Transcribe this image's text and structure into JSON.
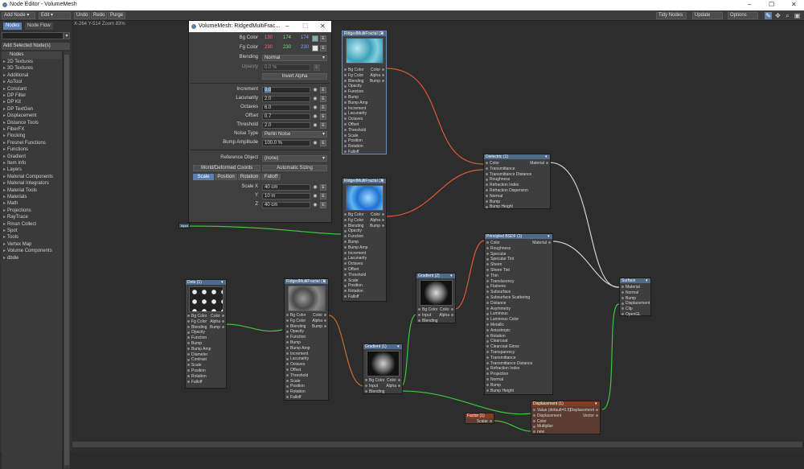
{
  "window": {
    "title": "Node Editor - VolumeMesh",
    "minimize": "–",
    "maximize": "☐",
    "close": "✕"
  },
  "toolbar": {
    "add_node": "Add Node",
    "edit": "Edit",
    "undo": "Undo",
    "redo": "Redo",
    "purge": "Purge",
    "tidy": "Tidy Nodes",
    "update": "Update",
    "options": "Options"
  },
  "left": {
    "tab_nodes": "Nodes",
    "tab_nodeflow": "Node Flow",
    "add_selected": "Add Selected Node(s)",
    "header": "Nodes",
    "items": [
      "2D Textures",
      "3D Textures",
      "Additional",
      "AsTool",
      "Constant",
      "DP Filter",
      "DP Kit",
      "DP TextGen",
      "Displacement",
      "Distance Tools",
      "FiberFX",
      "Flocking",
      "Fresnel Functions",
      "Functions",
      "Gradient",
      "Item Info",
      "Layers",
      "Material Components",
      "Material Integrators",
      "Material Tools",
      "Materials",
      "Math",
      "Projections",
      "RayTrace",
      "Rman Collect",
      "Spot",
      "Tools",
      "Vertex Map",
      "Volume Components",
      "dbdw"
    ]
  },
  "canvas": {
    "coords": "X-264 Y-514 Zoom 83%"
  },
  "panel": {
    "title": "VolumeMesh: RidgedMultiFrac...",
    "bg_label": "Bg Color",
    "bg_r": "130",
    "bg_g": "174",
    "bg_b": "174",
    "fg_label": "Fg Color",
    "fg_r": "230",
    "fg_g": "230",
    "fg_b": "230",
    "blending_label": "Blending",
    "blending": "Normal",
    "opacity_label": "Opacity",
    "opacity": "0.0 %",
    "invert_alpha": "Invert Alpha",
    "increment_label": "Increment",
    "increment": "0.0",
    "lacunarity_label": "Lacunarity",
    "lacunarity": "2.0",
    "octaves_label": "Octaves",
    "octaves": "6.0",
    "offset_label": "Offset",
    "offset": "0.7",
    "threshold_label": "Threshold",
    "threshold": "2.0",
    "noise_label": "Noise Type",
    "noise": "Perlin Noise",
    "bump_label": "Bump Amplitude",
    "bump": "100.0 %",
    "ref_label": "Reference Object",
    "ref": "(none)",
    "world_coords": "World/Deformed Coords",
    "auto_sizing": "Automatic Sizing",
    "tabs": [
      "Scale",
      "Position",
      "Rotation",
      "Falloff"
    ],
    "scalex_label": "Scale X",
    "scalex": "40 cm",
    "y_label": "Y",
    "y": "10 m",
    "z_label": "Z",
    "z": "40 cm",
    "e": "E"
  },
  "colors": {
    "bg": "#82aeae",
    "fg": "#e6e6e6",
    "accent": "#5a7fb0",
    "wire_red": "#d9583a",
    "wire_green": "#3ec43e",
    "wire_white": "#cfcfcf",
    "wire_orange": "#c96a2a"
  },
  "nodes": {
    "rm1": {
      "title": "RidgedMultiFractal (2)",
      "ins": [
        "Bg Color",
        "Fg Color",
        "Blending",
        "Opacity",
        "Function",
        "Bump",
        "Bump Amp",
        "Increment",
        "Lacunarity",
        "Octaves",
        "Offset",
        "Threshold",
        "Scale",
        "Position",
        "Rotation",
        "Falloff"
      ],
      "outs": [
        "Color",
        "Alpha",
        "Bump"
      ]
    },
    "rm2": {
      "title": "RidgedMultiFractal (3)",
      "ins": [
        "Bg Color",
        "Fg Color",
        "Blending",
        "Opacity",
        "Function",
        "Bump",
        "Bump Amp",
        "Increment",
        "Lacunarity",
        "Octaves",
        "Offset",
        "Threshold",
        "Scale",
        "Position",
        "Rotation",
        "Falloff"
      ],
      "outs": [
        "Color",
        "Alpha",
        "Bump"
      ]
    },
    "input": {
      "title": "Input"
    },
    "dots": {
      "title": "Dots (1)",
      "ins": [
        "Bg Color",
        "Fg Color",
        "Blending",
        "Opacity",
        "Function",
        "Bump",
        "Bump Amp",
        "Diameter",
        "Contrast",
        "Scale",
        "Position",
        "Rotation",
        "Falloff"
      ],
      "outs": [
        "Color",
        "Alpha",
        "Bump"
      ]
    },
    "rm3": {
      "title": "RidgedMultiFractal (1)",
      "ins": [
        "Bg Color",
        "Fg Color",
        "Blending",
        "Opacity",
        "Function",
        "Bump",
        "Bump Amp",
        "Increment",
        "Lacunarity",
        "Octaves",
        "Offset",
        "Threshold",
        "Scale",
        "Position",
        "Rotation",
        "Falloff"
      ],
      "outs": [
        "Color",
        "Alpha",
        "Bump"
      ]
    },
    "grad2": {
      "title": "Gradient (2)",
      "ins": [
        "Bg Color",
        "Input",
        "Blending"
      ],
      "outs": [
        "Color",
        "Alpha"
      ]
    },
    "grad1": {
      "title": "Gradient (1)",
      "ins": [
        "Bg Color",
        "Input",
        "Blending"
      ],
      "outs": [
        "Color",
        "Alpha"
      ]
    },
    "dielectric": {
      "title": "Dielectric (1)",
      "ins": [
        "Color",
        "Transmittance",
        "Transmittance Distance",
        "Roughness",
        "Refraction Index",
        "Refraction Dispersion",
        "Normal",
        "Bump",
        "Bump Height"
      ],
      "outs": [
        "Material"
      ]
    },
    "principled": {
      "title": "Principled BSDF (1)",
      "ins": [
        "Color",
        "Roughness",
        "Specular",
        "Specular Tint",
        "Sheen",
        "Sheen Tint",
        "Thin",
        "Translucency",
        "Flatness",
        "Subsurface",
        "Subsurface Scattering",
        "Distance",
        "Asymmetry",
        "Luminous",
        "Luminous Color",
        "Metallic",
        "Anisotropic",
        "Rotation",
        "Clearcoat",
        "Clearcoat Gloss",
        "Transparency",
        "Transmittance",
        "Transmittance Distance",
        "Refraction Index",
        "Projection",
        "Normal",
        "Bump",
        "Bump Height"
      ],
      "outs": [
        "Material"
      ]
    },
    "surface": {
      "title": "Surface",
      "ins": [
        "Material",
        "Normal",
        "Bump",
        "Displacement",
        "Clip",
        "OpenGL"
      ]
    },
    "displacement": {
      "title": "Displacement (1)",
      "ins": [
        "Value (default=0.5)",
        "Displacement",
        "Color",
        "Multiplier",
        "new"
      ],
      "outs": [
        "Displacement",
        "Vector"
      ]
    },
    "factor": {
      "title": "Factor (1)",
      "outs": [
        "Scalar"
      ]
    }
  }
}
